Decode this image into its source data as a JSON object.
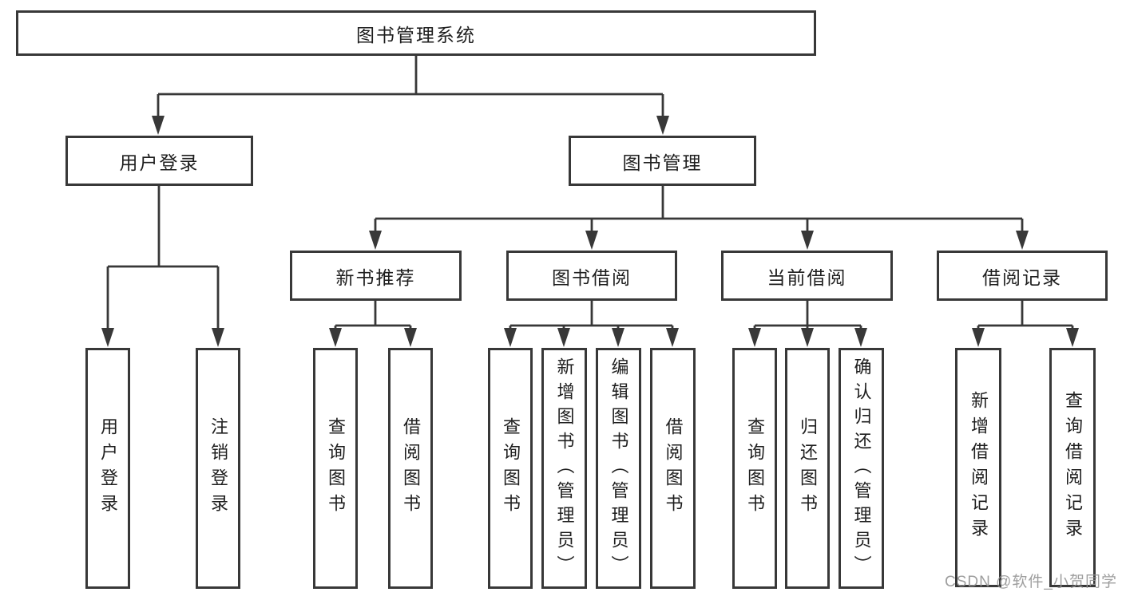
{
  "diagram": {
    "root": {
      "label": "图书管理系统"
    },
    "branches": [
      {
        "label": "用户登录",
        "children": [
          {
            "label": "用户登录"
          },
          {
            "label": "注销登录"
          }
        ]
      },
      {
        "label": "图书管理",
        "children": [
          {
            "label": "新书推荐",
            "children": [
              {
                "label": "查询图书"
              },
              {
                "label": "借阅图书"
              }
            ]
          },
          {
            "label": "图书借阅",
            "children": [
              {
                "label": "查询图书"
              },
              {
                "label": "新增图书（管理员）"
              },
              {
                "label": "编辑图书（管理员）"
              },
              {
                "label": "借阅图书"
              }
            ]
          },
          {
            "label": "当前借阅",
            "children": [
              {
                "label": "查询图书"
              },
              {
                "label": "归还图书"
              },
              {
                "label": "确认归还（管理员）"
              }
            ]
          },
          {
            "label": "借阅记录",
            "children": [
              {
                "label": "新增借阅记录"
              },
              {
                "label": "查询借阅记录"
              }
            ]
          }
        ]
      }
    ],
    "watermark": "CSDN @软件_小贺同学",
    "colors": {
      "line": "#383838",
      "text": "#1e1e1e",
      "watermark": "#949494",
      "background": "#ffffff"
    }
  }
}
